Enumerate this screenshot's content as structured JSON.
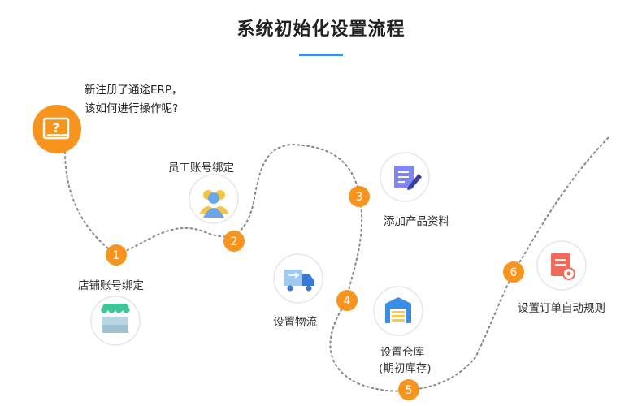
{
  "title": "系统初始化设置流程",
  "intro": {
    "line1": "新注册了通途ERP，",
    "line2": "该如何进行操作呢?"
  },
  "colors": {
    "accent": "#3a8ee6",
    "badge": "#f7941d",
    "path": "#888888"
  },
  "steps": [
    {
      "number": "1",
      "label": "店铺账号绑定",
      "icon": "store-icon"
    },
    {
      "number": "2",
      "label": "员工账号绑定",
      "icon": "users-icon"
    },
    {
      "number": "3",
      "label": "添加产品资料",
      "icon": "document-edit-icon"
    },
    {
      "number": "4",
      "label": "设置物流",
      "icon": "truck-icon"
    },
    {
      "number": "5",
      "label_line1": "设置仓库",
      "label_line2": "(期初库存)",
      "icon": "warehouse-icon"
    },
    {
      "number": "6",
      "label": "设置订单自动规则",
      "icon": "order-rules-icon"
    }
  ]
}
